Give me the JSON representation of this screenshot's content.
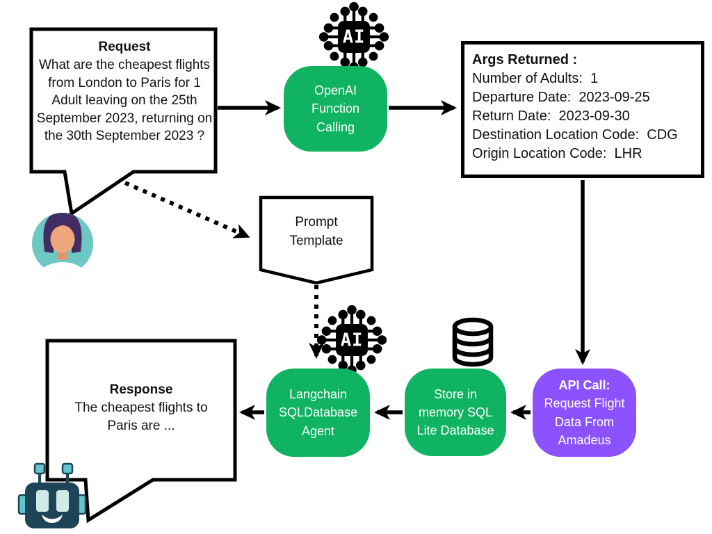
{
  "diagram": {
    "request_bubble": {
      "title": "Request",
      "body": "What are the cheapest flights from London to Paris for 1 Adult leaving on the 25th September 2023, returning on the 30th September 2023 ?"
    },
    "openai_box": {
      "label": "OpenAI Function Calling"
    },
    "args_box": {
      "title": "Args Returned :",
      "lines": [
        "Number of Adults:  1",
        "Departure Date:  2023-09-25",
        "Return Date:  2023-09-30",
        "Destination Location Code:  CDG",
        "Origin Location Code:  LHR"
      ]
    },
    "prompt_template": {
      "label": "Prompt Template"
    },
    "api_call_box": {
      "title": "API Call:",
      "body": "Request Flight Data From Amadeus"
    },
    "store_box": {
      "label": "Store in memory SQL Lite Database"
    },
    "langchain_box": {
      "label": "Langchain SQLDatabase Agent"
    },
    "response_bubble": {
      "title": "Response",
      "body": "The cheapest flights to Paris are ..."
    },
    "icons": {
      "ai_chip_label": "AI",
      "names": [
        "ai-chip-icon",
        "database-icon",
        "user-avatar-icon",
        "robot-avatar-icon"
      ]
    },
    "colors": {
      "node_green": "#10b362",
      "node_purple": "#8c52ff",
      "outline_black": "#000000",
      "robot_body": "#1d4557",
      "robot_accent": "#63c5cd",
      "avatar_circle": "#6dc7c3",
      "avatar_hair": "#432c63",
      "avatar_skin": "#f0a67c"
    }
  }
}
